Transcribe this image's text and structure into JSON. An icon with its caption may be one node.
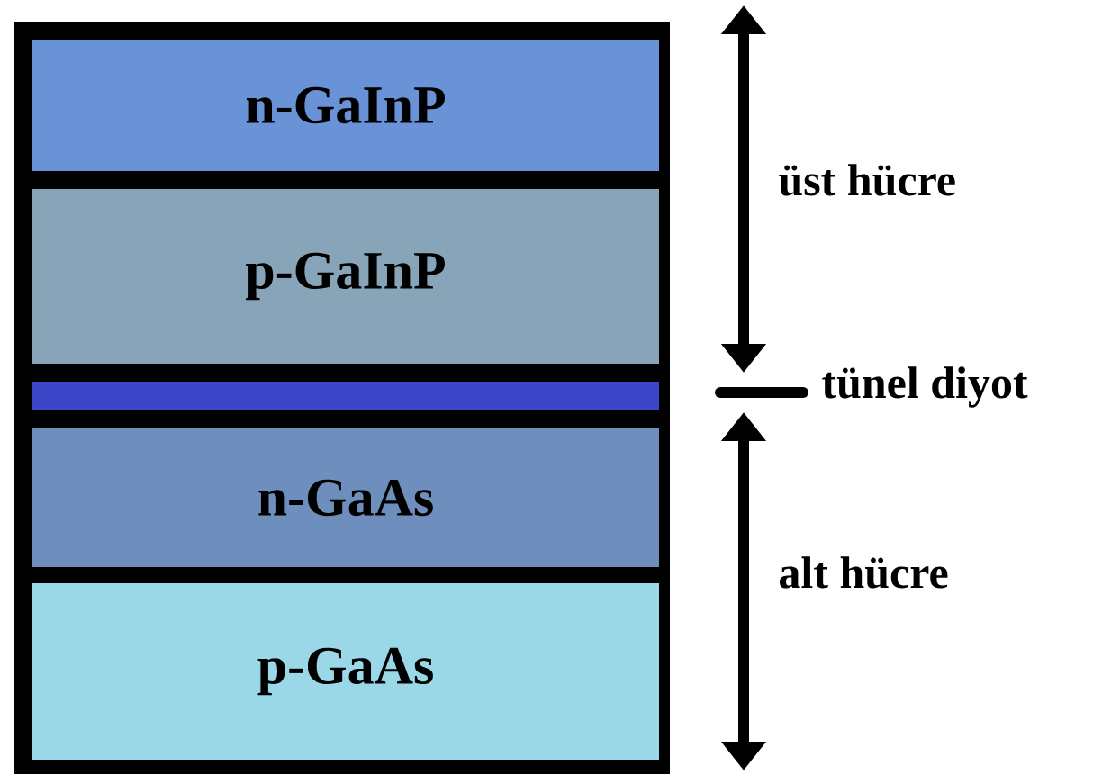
{
  "diagram": {
    "nodes": [
      {
        "text": [],
        "shape": "box"
      },
      {
        "text": [
          "n-GaInP"
        ],
        "in": 0
      },
      {
        "text": [
          "p-GaInP"
        ],
        "in": 0
      },
      {
        "text": [],
        "shape": "bar",
        "in": 0
      },
      {
        "text": [
          "n-GaAs"
        ],
        "in": 0
      },
      {
        "text": [
          "p-GaAs"
        ],
        "in": 0
      }
    ],
    "labels": [
      "üst hücre",
      "tünel diyot",
      "alt hücre"
    ]
  }
}
